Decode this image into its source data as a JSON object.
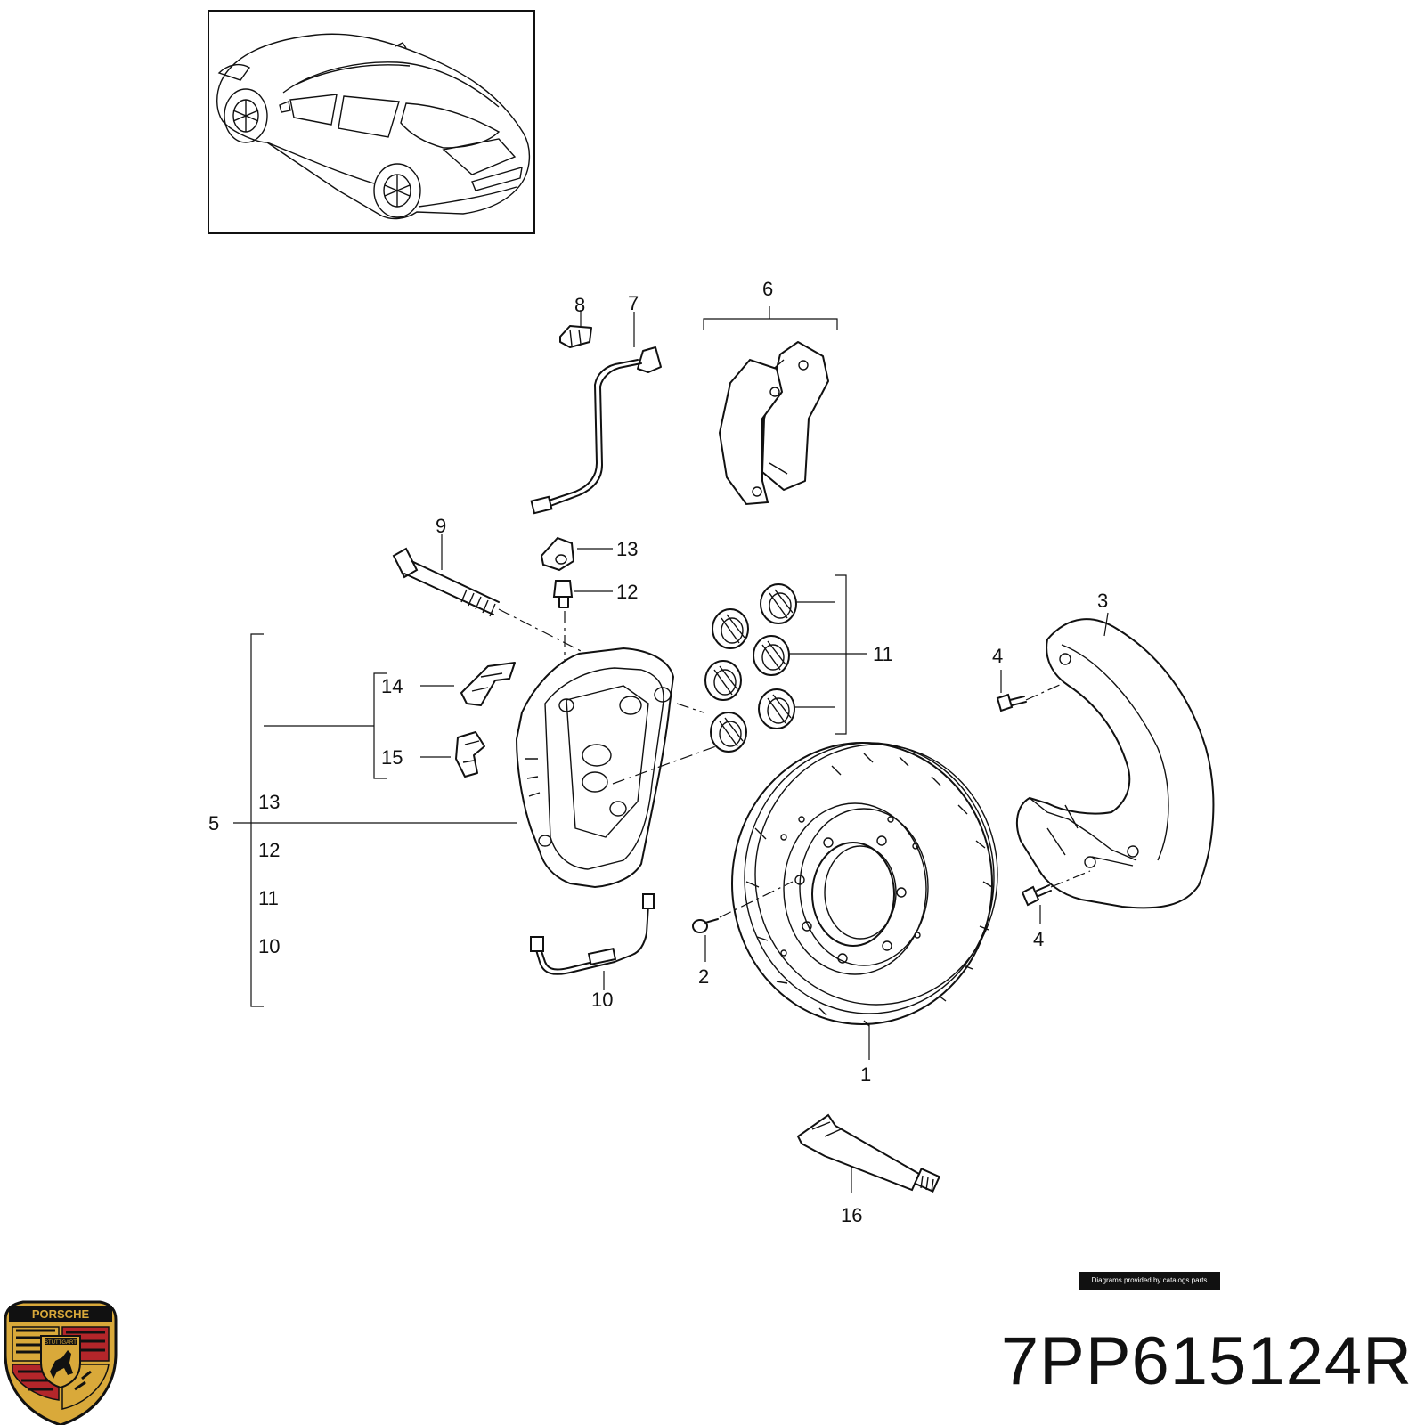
{
  "diagram": {
    "callouts": {
      "c1": "1",
      "c2": "2",
      "c3": "3",
      "c4a": "4",
      "c4b": "4",
      "c5": "5",
      "c6": "6",
      "c7": "7",
      "c8": "8",
      "c9": "9",
      "c10": "10",
      "c11": "11",
      "c12": "12",
      "c13": "13",
      "c14": "14",
      "c15": "15",
      "c16": "16"
    },
    "group_list": [
      "13",
      "12",
      "11",
      "10"
    ]
  },
  "footer": {
    "credit": "Diagrams provided by catalogs parts",
    "part_number": "7PP615124R",
    "logo_text": "PORSCHE",
    "logo_subtext": "STUTTGART"
  },
  "colors": {
    "logo_gold": "#d9a93a",
    "logo_red": "#b3262a",
    "logo_black": "#111111"
  }
}
